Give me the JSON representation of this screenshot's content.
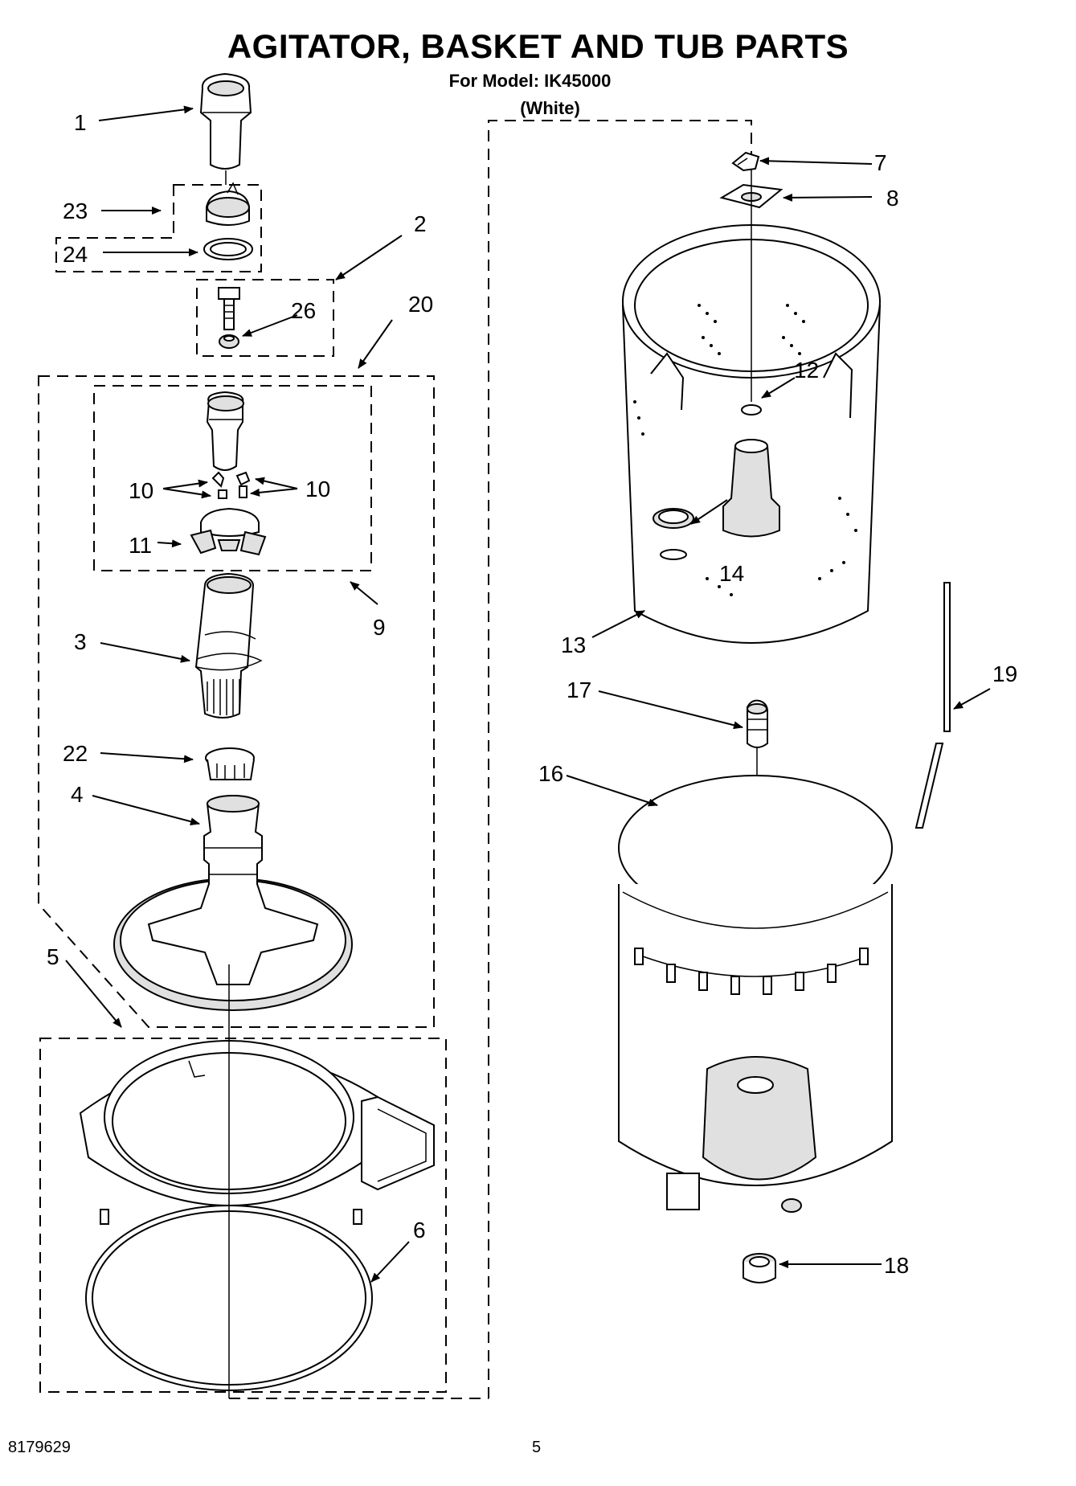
{
  "title": "AGITATOR, BASKET AND TUB PARTS",
  "model_line": "For Model: IK45000",
  "color_line": "(White)",
  "doc_number": "8179629",
  "page_number": "5",
  "callouts": [
    "1",
    "2",
    "3",
    "4",
    "5",
    "6",
    "7",
    "8",
    "9",
    "10",
    "10",
    "11",
    "12",
    "13",
    "14",
    "16",
    "17",
    "18",
    "19",
    "20",
    "22",
    "23",
    "24",
    "26"
  ]
}
